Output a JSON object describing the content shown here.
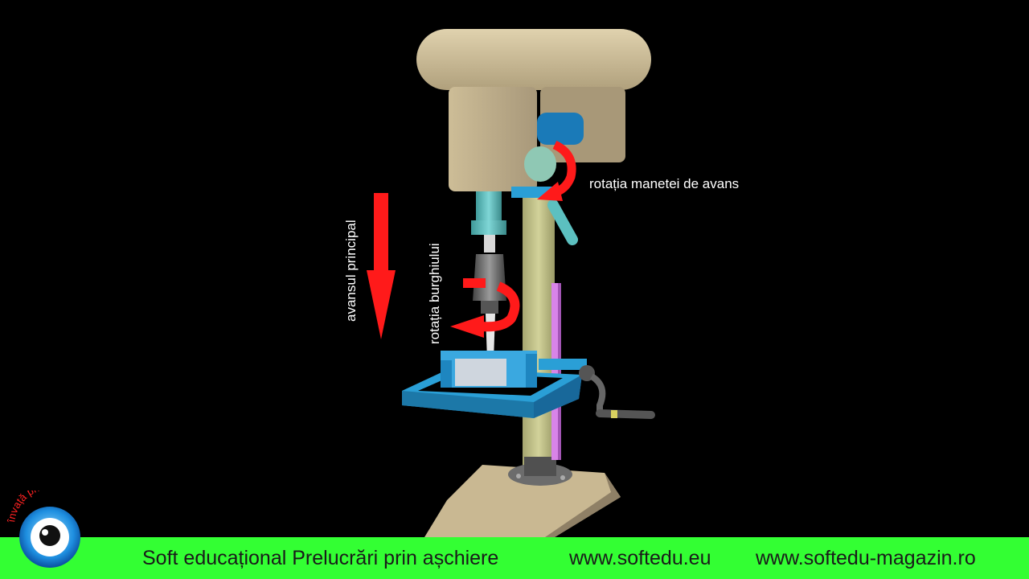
{
  "annotations": {
    "feed_handle_rotation": "rotația manetei de avans",
    "main_feed": "avansul principal",
    "drill_rotation": "rotația burghiului"
  },
  "footer": {
    "title": "Soft educațional Prelucrări prin așchiere",
    "site_1": "www.softedu.eu",
    "site_2": "www.softedu-magazin.ro"
  },
  "logo": {
    "slogan": "învață privind!"
  },
  "colors": {
    "background": "#000000",
    "footer_bar": "#33ff33",
    "arrow": "#ff1a1a",
    "machine_body": "#c9b892",
    "column": "#c4c48a",
    "table": "#2a9fd6",
    "rack": "#d884e8",
    "spindle": "#5cc0c0"
  }
}
